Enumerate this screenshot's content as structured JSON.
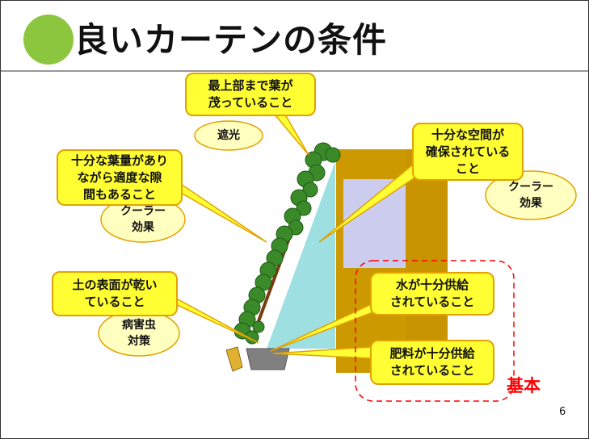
{
  "title": "良いカーテンの条件",
  "callouts": {
    "top_leaves": "最上部まで葉が\n茂っていること",
    "leaf_amount": "十分な葉量があり\nながら適度な隙\n間もあること",
    "soil": "土の表面が乾い\nていること",
    "space": "十分な空間が\n確保されている\nこと",
    "water": "水が十分供給\nされていること",
    "fertilizer": "肥料が十分供給\nされていること"
  },
  "clouds": {
    "shade": "遮光",
    "cooler_left": "クーラー\n効果",
    "cooler_right": "クーラー\n効果",
    "pest": "病害虫\n対策"
  },
  "basic_label": "基本",
  "page_number": "6",
  "colors": {
    "title_circle": "#8cc63f",
    "callout_fill": "#ffff33",
    "callout_border": "#e3a200",
    "building_wall": "#cc9900",
    "window": "#ccccee",
    "space_triangle": "#99dde0",
    "leaves": "#3a8a2a",
    "pot": "#808080",
    "dashed_box": "#ff0000",
    "basic_text": "#ff0000"
  }
}
